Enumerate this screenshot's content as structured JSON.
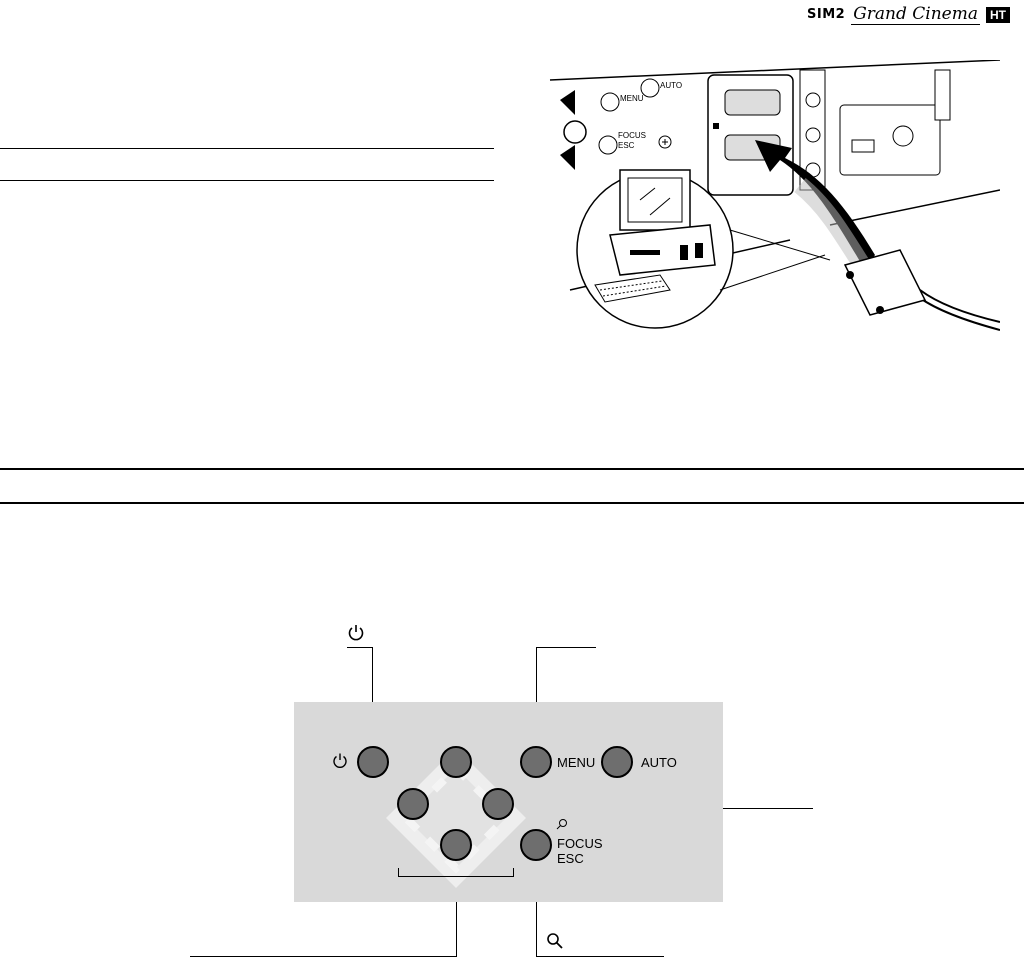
{
  "header": {
    "brand_sim2": "SIM2",
    "brand_script": "Grand Cinema",
    "brand_ht": "HT"
  },
  "illustration": {
    "panel_labels": [
      "MENU",
      "AUTO",
      "FOCUS",
      "ESC"
    ]
  },
  "control_panel": {
    "menu_label": "MENU",
    "auto_label": "AUTO",
    "focus_label": "FOCUS",
    "esc_label": "ESC"
  }
}
